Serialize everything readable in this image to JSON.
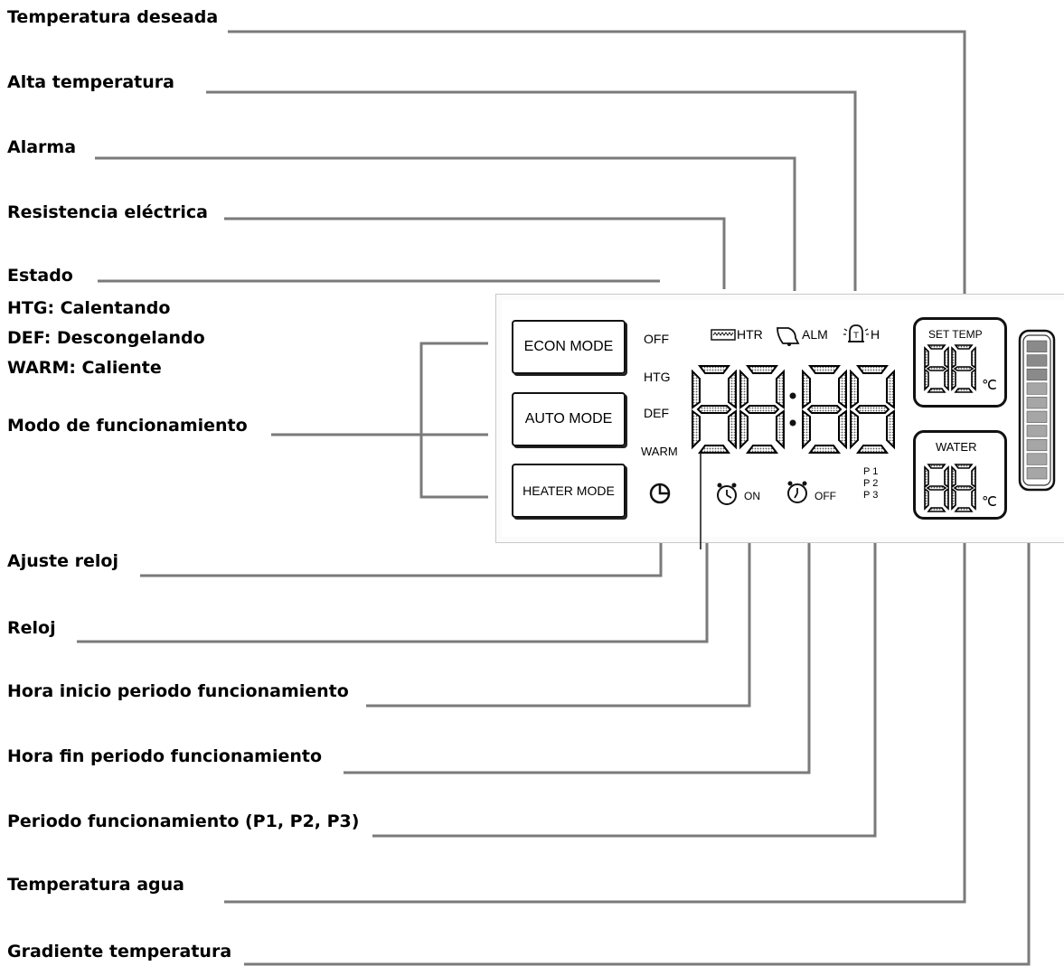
{
  "labels": {
    "temperatura_deseada": "Temperatura deseada",
    "alta_temperatura": "Alta temperatura",
    "alarma": "Alarma",
    "resistencia": "Resistencia eléctrica",
    "estado": "Estado",
    "htg": "HTG: Calentando",
    "def": "DEF: Descongelando",
    "warm": "WARM: Caliente",
    "modo": "Modo de funcionamiento",
    "ajuste_reloj": "Ajuste reloj",
    "reloj": "Reloj",
    "hora_inicio": "Hora inicio periodo funcionamiento",
    "hora_fin": "Hora fin periodo funcionamiento",
    "periodo": "Periodo funcionamiento (P1, P2, P3)",
    "temperatura_agua": "Temperatura agua",
    "gradiente": "Gradiente temperatura"
  },
  "panel": {
    "modes": [
      "ECON MODE",
      "AUTO MODE",
      "HEATER MODE"
    ],
    "status": [
      "OFF",
      "HTG",
      "DEF",
      "WARM"
    ],
    "icons_top": {
      "htr": "HTR",
      "alm": "ALM",
      "h": "H"
    },
    "timer_on": "ON",
    "timer_off": "OFF",
    "periods": [
      "P 1",
      "P 2",
      "P 3"
    ],
    "set_temp_title": "SET TEMP",
    "water_title": "WATER",
    "unit": "℃",
    "icons": [
      "heater-icon",
      "bell-icon",
      "high-temp-alarm-icon",
      "clock-setting-icon",
      "alarm-clock-on-icon",
      "alarm-clock-off-icon"
    ],
    "gradient_segments": 10
  }
}
